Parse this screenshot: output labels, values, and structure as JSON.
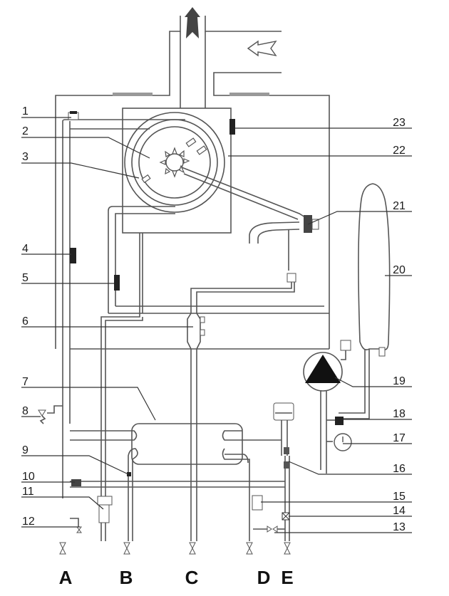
{
  "diagram": {
    "title": "",
    "callouts_left": [
      {
        "id": "1",
        "label": "1"
      },
      {
        "id": "2",
        "label": "2"
      },
      {
        "id": "3",
        "label": "3"
      },
      {
        "id": "4",
        "label": "4"
      },
      {
        "id": "5",
        "label": "5"
      },
      {
        "id": "6",
        "label": "6"
      },
      {
        "id": "7",
        "label": "7"
      },
      {
        "id": "8",
        "label": "8"
      },
      {
        "id": "9",
        "label": "9"
      },
      {
        "id": "10",
        "label": "10"
      },
      {
        "id": "11",
        "label": "11"
      },
      {
        "id": "12",
        "label": "12"
      }
    ],
    "callouts_right": [
      {
        "id": "13",
        "label": "13"
      },
      {
        "id": "14",
        "label": "14"
      },
      {
        "id": "15",
        "label": "15"
      },
      {
        "id": "16",
        "label": "16"
      },
      {
        "id": "17",
        "label": "17"
      },
      {
        "id": "18",
        "label": "18"
      },
      {
        "id": "19",
        "label": "19"
      },
      {
        "id": "20",
        "label": "20"
      },
      {
        "id": "21",
        "label": "21"
      },
      {
        "id": "22",
        "label": "22"
      },
      {
        "id": "23",
        "label": "23"
      }
    ],
    "connections": [
      {
        "id": "A",
        "label": "A"
      },
      {
        "id": "B",
        "label": "B"
      },
      {
        "id": "C",
        "label": "C"
      },
      {
        "id": "D",
        "label": "D"
      },
      {
        "id": "E",
        "label": "E"
      }
    ],
    "colors": {
      "line": "#555555",
      "fill_dark": "#222222",
      "exhaust_arrow": "#444444"
    }
  }
}
